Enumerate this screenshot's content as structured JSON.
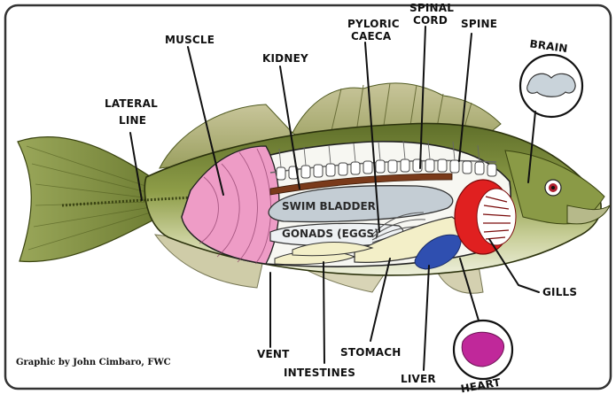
{
  "diagram": {
    "labels": {
      "muscle": "MUSCLE",
      "kidney": "KIDNEY",
      "pyloric_caeca_line1": "PYLORIC",
      "pyloric_caeca_line2": "CAECA",
      "spinal_cord_line1": "SPINAL",
      "spinal_cord_line2": "CORD",
      "spine": "SPINE",
      "brain": "BRAIN",
      "lateral_line_line1": "LATERAL",
      "lateral_line_line2": "LINE",
      "swim_bladder": "SWIM BLADDER",
      "gonads": "GONADS (EGGS)",
      "gills": "GILLS",
      "vent": "VENT",
      "intestines": "INTESTINES",
      "stomach": "STOMACH",
      "liver": "LIVER",
      "heart": "HEART"
    },
    "credit": "Graphic by John Cimbaro, FWC",
    "colors": {
      "frame": "#333333",
      "fish_body": "#7f8f3e",
      "belly": "#e9ecd8",
      "muscle": "#ee9cc6",
      "swim_bladder": "#c4cdd4",
      "gill": "#e02020",
      "liver": "#2f4fb0",
      "heart": "#c0289a",
      "stomach": "#f3efc8"
    }
  }
}
